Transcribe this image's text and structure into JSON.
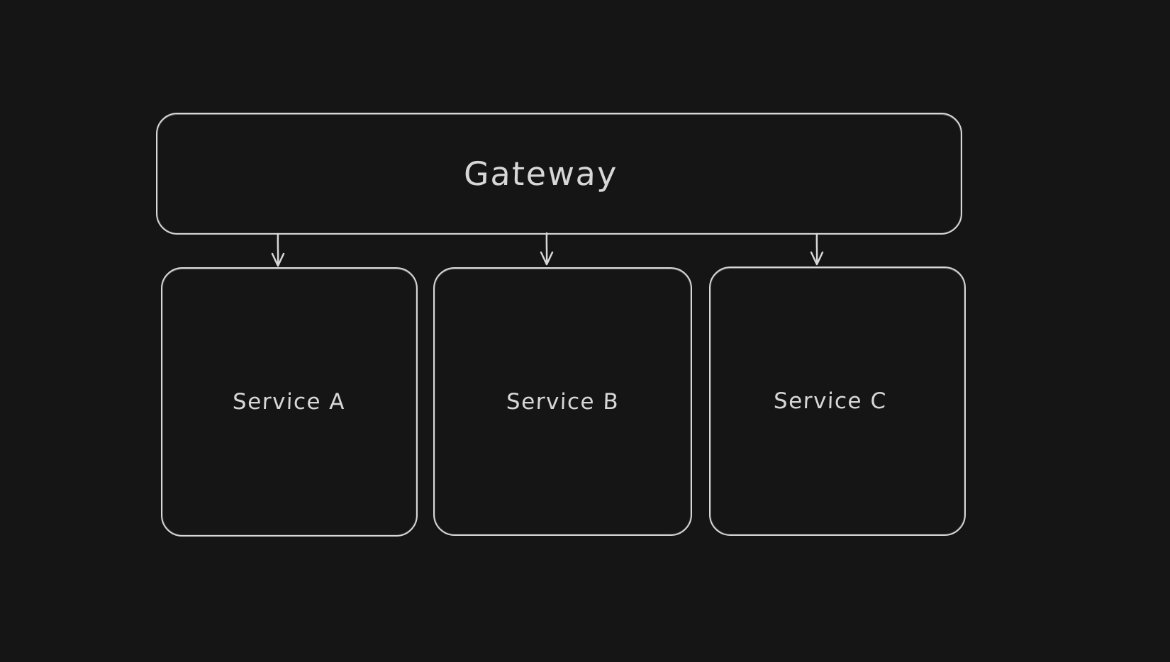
{
  "canvas": {
    "background_color": "#151515",
    "stroke_color": "#d7d7d7",
    "text_color": "#d7d7d7",
    "style": "hand-drawn-whiteboard"
  },
  "diagram": {
    "type": "flowchart",
    "nodes": [
      {
        "id": "gateway",
        "label": "Gateway",
        "shape": "rounded-rectangle"
      },
      {
        "id": "service-a",
        "label": "Service A",
        "shape": "rounded-rectangle"
      },
      {
        "id": "service-b",
        "label": "Service B",
        "shape": "rounded-rectangle"
      },
      {
        "id": "service-c",
        "label": "Service C",
        "shape": "rounded-rectangle"
      }
    ],
    "edges": [
      {
        "from": "gateway",
        "to": "service-a",
        "style": "arrow-down"
      },
      {
        "from": "gateway",
        "to": "service-b",
        "style": "arrow-down"
      },
      {
        "from": "gateway",
        "to": "service-c",
        "style": "arrow-down"
      }
    ]
  }
}
